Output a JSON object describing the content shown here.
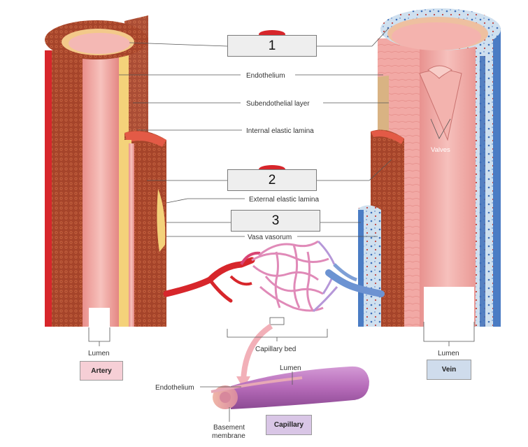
{
  "answer_boxes": [
    "1",
    "2",
    "3"
  ],
  "labels": {
    "endothelium": "Endothelium",
    "subendothelial": "Subendothelial layer",
    "internal_elastic": "Internal elastic lamina",
    "external_elastic": "External elastic lamina",
    "vasa_vasorum": "Vasa vasorum",
    "valves": "Valves",
    "capillary_bed": "Capillary bed",
    "lumen_left": "Lumen",
    "lumen_right": "Lumen",
    "lumen_capillary": "Lumen",
    "endothelium_capillary": "Endothelium",
    "basement_membrane_1": "Basement",
    "basement_membrane_2": "membrane"
  },
  "tags": {
    "artery": "Artery",
    "vein": "Vein",
    "capillary": "Capillary"
  },
  "colors": {
    "artery_red": "#d7262b",
    "vein_blue": "#4a7cc4",
    "capillary_purple": "#b06ab0",
    "leader_line": "#555555"
  }
}
